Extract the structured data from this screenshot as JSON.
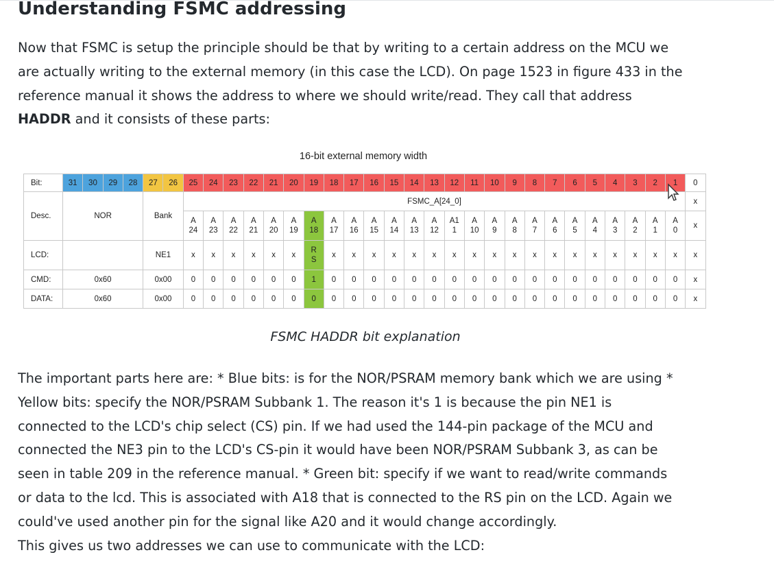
{
  "heading": "Understanding FSMC addressing",
  "intro_lines": [
    "Now that FSMC is setup the principle should be that by writing to a certain address on the MCU we",
    "are actually writing to the external memory (in this case the LCD). On page 1523 in figure 433 in the",
    "reference manual it shows the address to where we should write/read. They call that address",
    "HADDR and it consists of these parts:"
  ],
  "intro_bold_word": "HADDR",
  "figure": {
    "title": "16-bit external memory width",
    "row_labels": {
      "bit": "Bit:",
      "desc": "Desc.",
      "lcd": "LCD:",
      "cmd": "CMD:",
      "data": "DATA:"
    },
    "bits": [
      "31",
      "30",
      "29",
      "28",
      "27",
      "26",
      "25",
      "24",
      "23",
      "22",
      "21",
      "20",
      "19",
      "18",
      "17",
      "16",
      "15",
      "14",
      "13",
      "12",
      "11",
      "10",
      "9",
      "8",
      "7",
      "6",
      "5",
      "4",
      "3",
      "2",
      "1",
      "0"
    ],
    "bit_colors": [
      "blue",
      "blue",
      "blue",
      "blue",
      "yellow",
      "yellow",
      "red",
      "red",
      "red",
      "red",
      "red",
      "red",
      "red",
      "red",
      "red",
      "red",
      "red",
      "red",
      "red",
      "red",
      "red",
      "red",
      "red",
      "red",
      "red",
      "red",
      "red",
      "red",
      "red",
      "red",
      "red",
      ""
    ],
    "colors": {
      "blue": "#4da3dd",
      "yellow": "#f2c542",
      "red": "#f25b5b",
      "green": "#8cc63e"
    },
    "fsmc_label": "FSMC_A[24_0]",
    "bit0_fsmc": "x",
    "nor_label": "NOR",
    "bank_label": "Bank",
    "desc_top": [
      "A",
      "A",
      "A",
      "A",
      "A",
      "A",
      "A",
      "A",
      "A",
      "A",
      "A",
      "A",
      "A",
      "A1",
      "A",
      "A",
      "A",
      "A",
      "A",
      "A",
      "A",
      "A",
      "A",
      "A",
      "A"
    ],
    "desc_bottom": [
      "24",
      "23",
      "22",
      "21",
      "20",
      "19",
      "18",
      "17",
      "16",
      "15",
      "14",
      "13",
      "12",
      "1",
      "10",
      "9",
      "8",
      "7",
      "6",
      "5",
      "4",
      "3",
      "2",
      "1",
      "0"
    ],
    "desc_bit0": "x",
    "lcd_ne": "NE1",
    "lcd_rs_top": "R",
    "lcd_rs_bottom": "S",
    "lcd_x": "x",
    "cmd": {
      "nor": "0x60",
      "bank": "0x00",
      "values": [
        "0",
        "0",
        "0",
        "0",
        "0",
        "0",
        "1",
        "0",
        "0",
        "0",
        "0",
        "0",
        "0",
        "0",
        "0",
        "0",
        "0",
        "0",
        "0",
        "0",
        "0",
        "0",
        "0",
        "0",
        "0"
      ],
      "bit0": "x"
    },
    "data": {
      "nor": "0x60",
      "bank": "0x00",
      "values": [
        "0",
        "0",
        "0",
        "0",
        "0",
        "0",
        "0",
        "0",
        "0",
        "0",
        "0",
        "0",
        "0",
        "0",
        "0",
        "0",
        "0",
        "0",
        "0",
        "0",
        "0",
        "0",
        "0",
        "0",
        "0"
      ],
      "bit0": "x"
    },
    "highlight_index": 6
  },
  "caption": "FSMC HADDR bit explanation",
  "body_lines": [
    "The important parts here are: * Blue bits: is for the NOR/PSRAM memory bank which we are using *",
    "Yellow bits: specify the NOR/PSRAM Subbank 1. The reason it's 1 is because the pin NE1 is",
    "connected to the LCD's chip select (CS) pin. If we had used the 144-pin package of the MCU and",
    "connected the NE3 pin to the LCD's CS-pin it would have been NOR/PSRAM Subbank 3, as can be",
    "seen in table 209 in the reference manual. * Green bit: specify if we want to read/write commands",
    "or data to the lcd. This is associated with A18 that is connected to the RS pin on the LCD. Again we",
    "could've used another pin for the signal like A20 and it would change accordingly."
  ],
  "closing_line": "This gives us two addresses we can use to communicate with the LCD:"
}
